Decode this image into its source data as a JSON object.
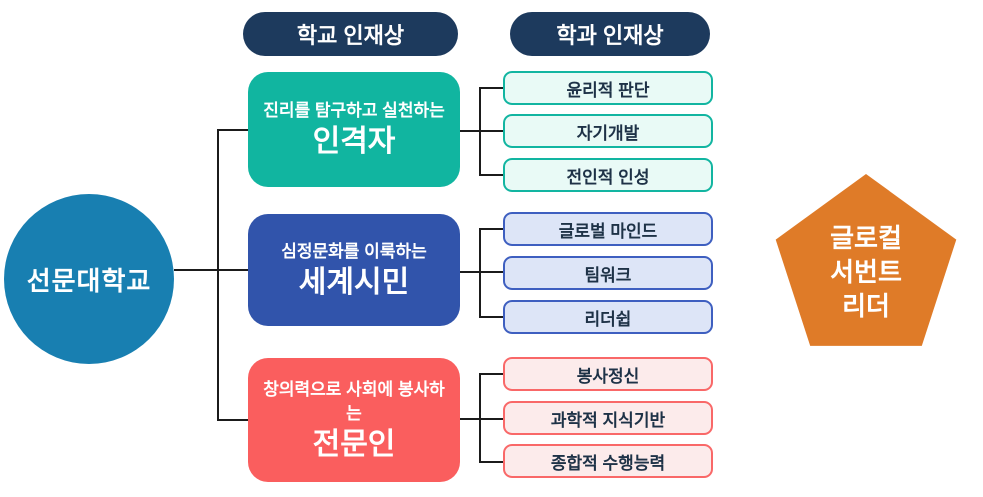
{
  "diagram": {
    "root": {
      "label": "선문대학교"
    },
    "headers": {
      "school": "학교 인재상",
      "department": "학과 인재상"
    },
    "groups": [
      {
        "subtitle": "진리를 탐구하고 실천하는",
        "title": "인격자",
        "items": [
          "윤리적 판단",
          "자기개발",
          "전인적 인성"
        ],
        "color": "#11b5a0"
      },
      {
        "subtitle": "심정문화를 이룩하는",
        "title": "세계시민",
        "items": [
          "글로벌 마인드",
          "팀워크",
          "리더쉽"
        ],
        "color": "#3154ab"
      },
      {
        "subtitle": "창의력으로 사회에 봉사하는",
        "title": "전문인",
        "items": [
          "봉사정신",
          "과학적 지식기반",
          "종합적 수행능력"
        ],
        "color": "#fa5e5e"
      }
    ],
    "goal": {
      "lines": [
        "글로컬",
        "서번트",
        "리더"
      ],
      "color": "#df7b28"
    }
  },
  "colors": {
    "root_circle": "#187fb1",
    "header_pill": "#1d3a5d",
    "connector": "#1b1b1b",
    "teal": "#11b5a0",
    "teal_light": "#e9faf6",
    "blue": "#3154ab",
    "blue_light": "#dde5f7",
    "red": "#fa5e5e",
    "red_light": "#fcebeb",
    "pentagon": "#df7b28",
    "item_text": "#1e3247"
  }
}
